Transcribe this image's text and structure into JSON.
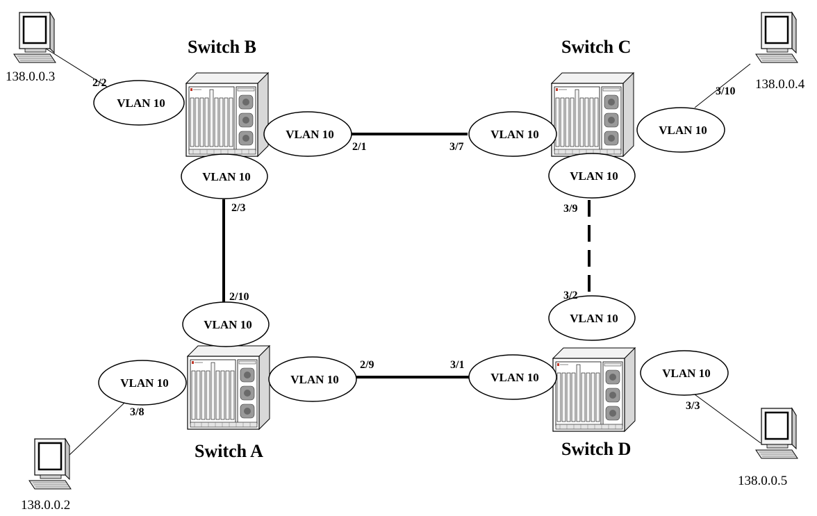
{
  "switches": [
    {
      "id": "B",
      "label": "Switch B"
    },
    {
      "id": "C",
      "label": "Switch C"
    },
    {
      "id": "A",
      "label": "Switch A"
    },
    {
      "id": "D",
      "label": "Switch D"
    }
  ],
  "vlans": [
    {
      "id": "b-left",
      "label": "VLAN 10"
    },
    {
      "id": "b-right",
      "label": "VLAN 10"
    },
    {
      "id": "b-bottom",
      "label": "VLAN 10"
    },
    {
      "id": "c-left",
      "label": "VLAN 10"
    },
    {
      "id": "c-right",
      "label": "VLAN 10"
    },
    {
      "id": "c-bottom",
      "label": "VLAN 10"
    },
    {
      "id": "a-top",
      "label": "VLAN 10"
    },
    {
      "id": "a-left",
      "label": "VLAN 10"
    },
    {
      "id": "a-right",
      "label": "VLAN 10"
    },
    {
      "id": "d-top",
      "label": "VLAN 10"
    },
    {
      "id": "d-left",
      "label": "VLAN 10"
    },
    {
      "id": "d-right",
      "label": "VLAN 10"
    }
  ],
  "ports": [
    {
      "id": "b-host",
      "label": "2/2"
    },
    {
      "id": "b-c",
      "label": "2/1"
    },
    {
      "id": "c-b",
      "label": "3/7"
    },
    {
      "id": "c-host",
      "label": "3/10"
    },
    {
      "id": "b-a",
      "label": "2/3"
    },
    {
      "id": "a-b",
      "label": "2/10"
    },
    {
      "id": "c-d",
      "label": "3/9"
    },
    {
      "id": "d-c",
      "label": "3/2"
    },
    {
      "id": "a-d",
      "label": "2/9"
    },
    {
      "id": "d-a",
      "label": "3/1"
    },
    {
      "id": "a-host",
      "label": "3/8"
    },
    {
      "id": "d-host",
      "label": "3/3"
    }
  ],
  "hosts": [
    {
      "id": "host-b",
      "ip": "138.0.0.3"
    },
    {
      "id": "host-c",
      "ip": "138.0.0.4"
    },
    {
      "id": "host-a",
      "ip": "138.0.0.2"
    },
    {
      "id": "host-d",
      "ip": "138.0.0.5"
    }
  ],
  "links": [
    {
      "from": "Switch B",
      "to": "Switch C",
      "style": "solid"
    },
    {
      "from": "Switch B",
      "to": "Switch A",
      "style": "solid"
    },
    {
      "from": "Switch A",
      "to": "Switch D",
      "style": "solid"
    },
    {
      "from": "Switch C",
      "to": "Switch D",
      "style": "dashed"
    }
  ]
}
